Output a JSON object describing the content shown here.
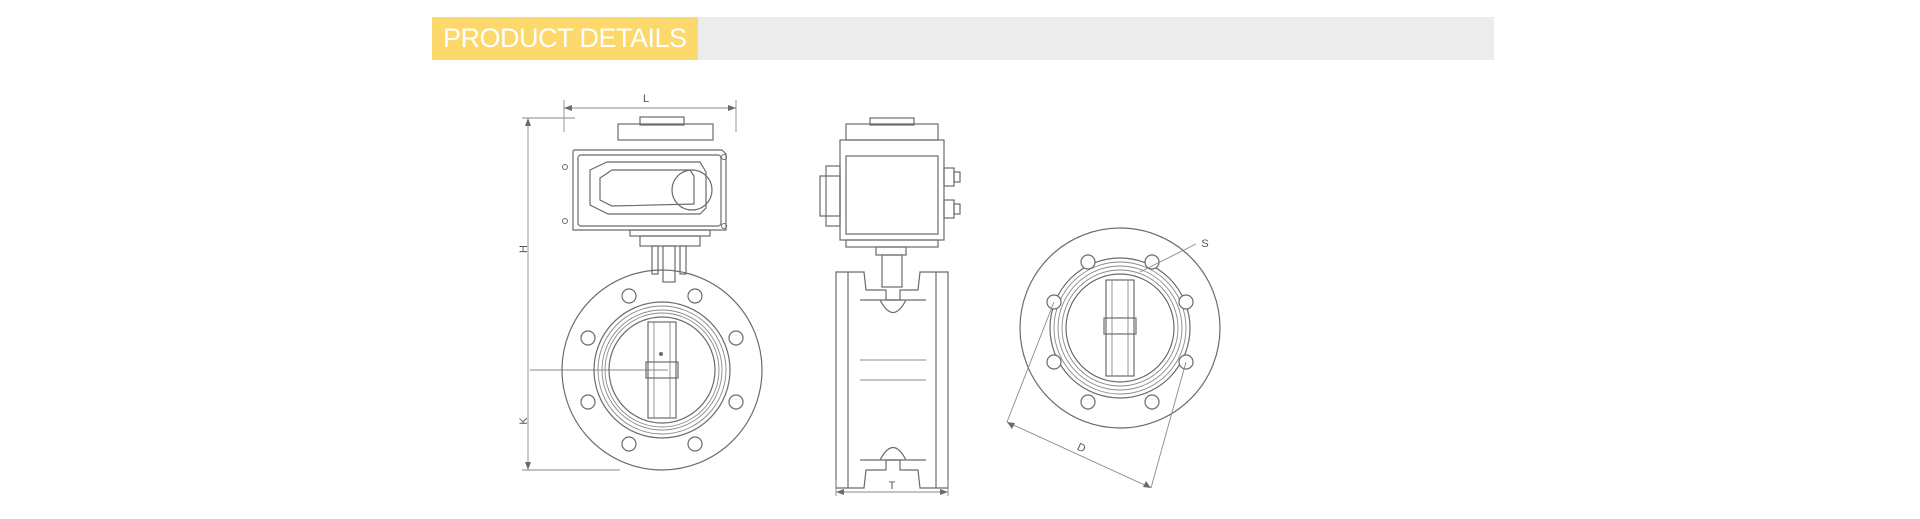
{
  "header": {
    "title": "PRODUCT DETAILS"
  },
  "drawing": {
    "dimension_labels": {
      "L": "L",
      "H": "H",
      "K": "K",
      "T": "T",
      "S": "S",
      "D": "D"
    }
  },
  "colors": {
    "header_accent": "#fcd86d",
    "header_bar": "#ececec",
    "line": "#6b6b6b"
  }
}
